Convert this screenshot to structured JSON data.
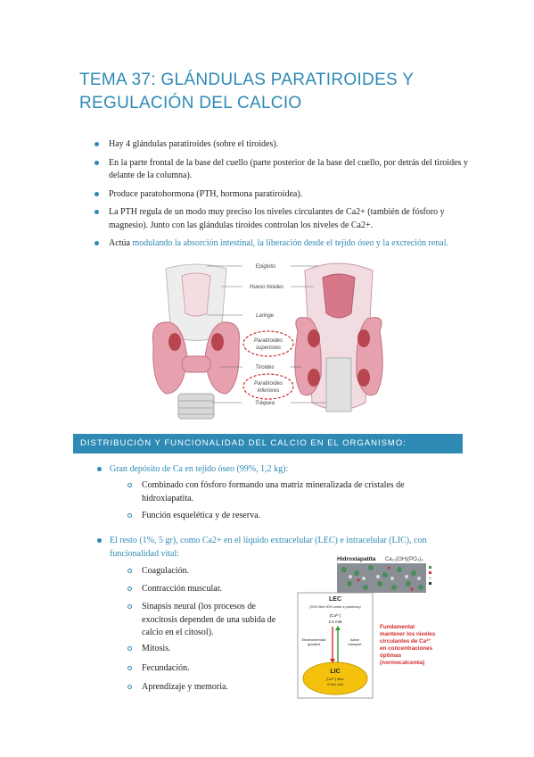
{
  "document": {
    "title": "TEMA 37: GLÁNDULAS PARATIROIDES Y REGULACIÓN DEL CALCIO",
    "bullets": [
      "Hay 4 glándulas paratiroides (sobre el tiroides).",
      "En la parte frontal de la base del cuello (parte posterior de la base del cuello, por detrás del tiroides y delante de la columna).",
      "Produce paratohormona (PTH, hormona paratiroidea).",
      "La PTH regula de un modo muy preciso los niveles circulantes de Ca2+ (también de fósforo y magnesio). Junto con las glándulas tiroides controlan los niveles de Ca2+."
    ],
    "bullet5_prefix": "Actúa ",
    "bullet5_highlight": "modulando la absorción intestinal, la liberación desde el tejido óseo y la excreción renal."
  },
  "anatomy_figure": {
    "labels": {
      "epiglotis": "Epiglotis",
      "hueso_hioides": "Hueso hioides",
      "laringe": "Laringe",
      "paratiroides_sup_1": "Paratiroides",
      "paratiroides_sup_2": "superiores",
      "tiroides": "Tiroides",
      "paratiroides_inf_1": "Paratiroides",
      "paratiroides_inf_2": "inferiores",
      "traquea": "Tráquea"
    }
  },
  "section": {
    "heading": "DISTRIBUCIÓN Y FUNCIONALIDAD DEL CALCIO EN EL ORGANISMO:",
    "item1": "Gran depósito de Ca en tejido óseo (99%, 1,2 kg):",
    "item1_sub": [
      "Combinado con fósforo formando una matriz mineralizada de cristales de hidroxiapatita.",
      "Función esquelética y de reserva."
    ],
    "item2": "El resto (1%, 5 gr), como Ca2+ en el líquido extracelular (LEC) e intracelular (LIC), con funcionalidad vital:",
    "item2_sub": [
      "Coagulación.",
      "Contracción muscular.",
      "Sinapsis neural (los procesos de exocitosis dependen de una subida de calcio en el citosol).",
      "Mitosis.",
      "Fecundación.",
      "Aprendizaje y memoria."
    ]
  },
  "hydroxy_figure": {
    "label": "Hidroxiapatita",
    "formula": "Ca₁₀(OH)(PO₄)₃"
  },
  "calcium_figure": {
    "lec": "LEC",
    "lec_note": "(50% libre 50% unido a proteínas)",
    "ca_ext": "[Ca²⁺]",
    "ca_ext_val": "2.5 mM",
    "electrochemical_1": "Electrochemical",
    "electrochemical_2": "gradient",
    "active_1": "Active",
    "active_2": "transport",
    "lic": "LIC",
    "ca_int": "[Ca²⁺] libre",
    "ca_int_val": "0.001 mM",
    "callout_1": "Fundamental",
    "callout_2": "mantener los niveles",
    "callout_3": "circulantes de Ca²⁺",
    "callout_4": "en concentraciones",
    "callout_5": "óptimas",
    "callout_6": "(normocalcemia)"
  },
  "colors": {
    "accent": "#2e8ab5",
    "tissue_pink": "#e7a0ad",
    "gland_red": "#b8464f",
    "callout_red": "#d22b2b",
    "lic_yellow": "#f4c20d"
  }
}
